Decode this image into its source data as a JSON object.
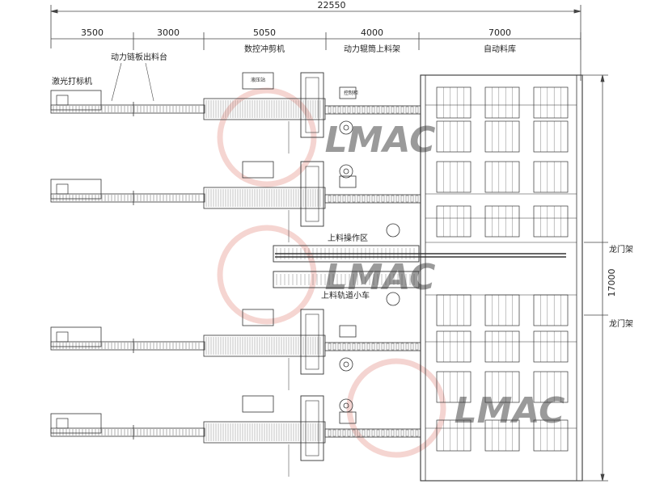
{
  "dimensions": {
    "total": "22550",
    "segments": [
      "3500",
      "3000",
      "5050",
      "4000",
      "7000"
    ],
    "height": "17000"
  },
  "labels": {
    "laser_marker": "激光打标机",
    "chain_table": "动力链板出料台",
    "cnc_shear": "数控冲剪机",
    "roller_rack": "动力辊筒上料架",
    "auto_store": "自动料库",
    "hydraulic_station": "液压站",
    "control_cabinet": "控制柜",
    "loading_area": "上料操作区",
    "track_cart": "上料轨道小车",
    "gantry_1": "龙门架",
    "gantry_2": "龙门架"
  },
  "watermark": {
    "text": "LMAC",
    "color": "#e8a29a"
  },
  "colors": {
    "line": "#333333",
    "dim_line": "#444444"
  }
}
